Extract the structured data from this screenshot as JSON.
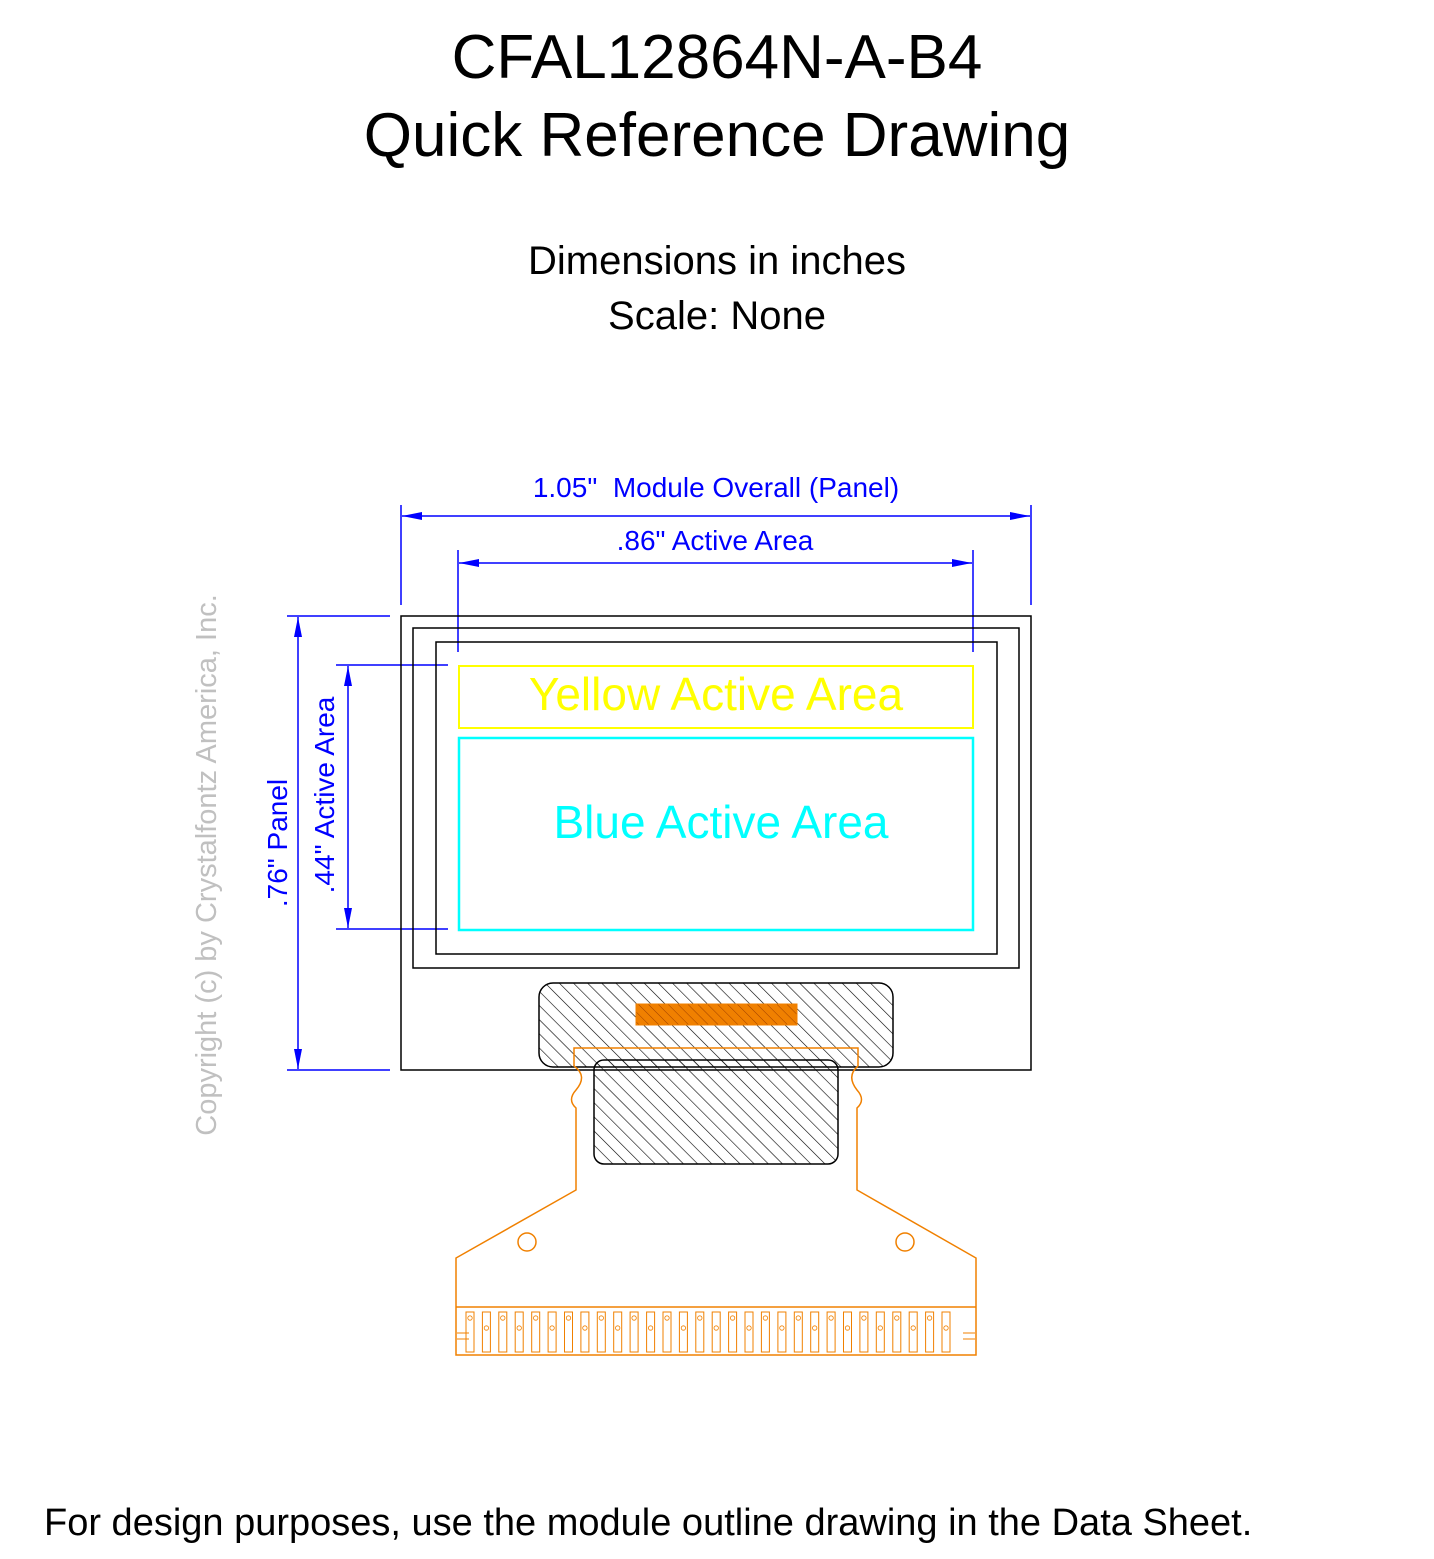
{
  "header": {
    "title_line1": "CFAL12864N-A-B4",
    "title_line2": "Quick Reference Drawing"
  },
  "notes": {
    "units": "Dimensions in inches",
    "scale": "Scale: None"
  },
  "dimensions": {
    "module_width": "1.05\"  Module Overall (Panel)",
    "active_width": ".86\" Active Area",
    "panel_height": ".76\" Panel",
    "active_height": ".44\" Active Area"
  },
  "areas": {
    "yellow_label": "Yellow Active Area",
    "blue_label": "Blue Active Area"
  },
  "copyright": "Copyright (c) by Crystalfontz America, Inc.",
  "footer": "For design purposes, use the module outline drawing in the Data Sheet.",
  "colors": {
    "dimension": "#0000ff",
    "yellow_area": "#ffff00",
    "blue_area": "#00ffff",
    "fpc": "#f08000",
    "copyright": "#c0c0c0",
    "outline": "#000000"
  }
}
